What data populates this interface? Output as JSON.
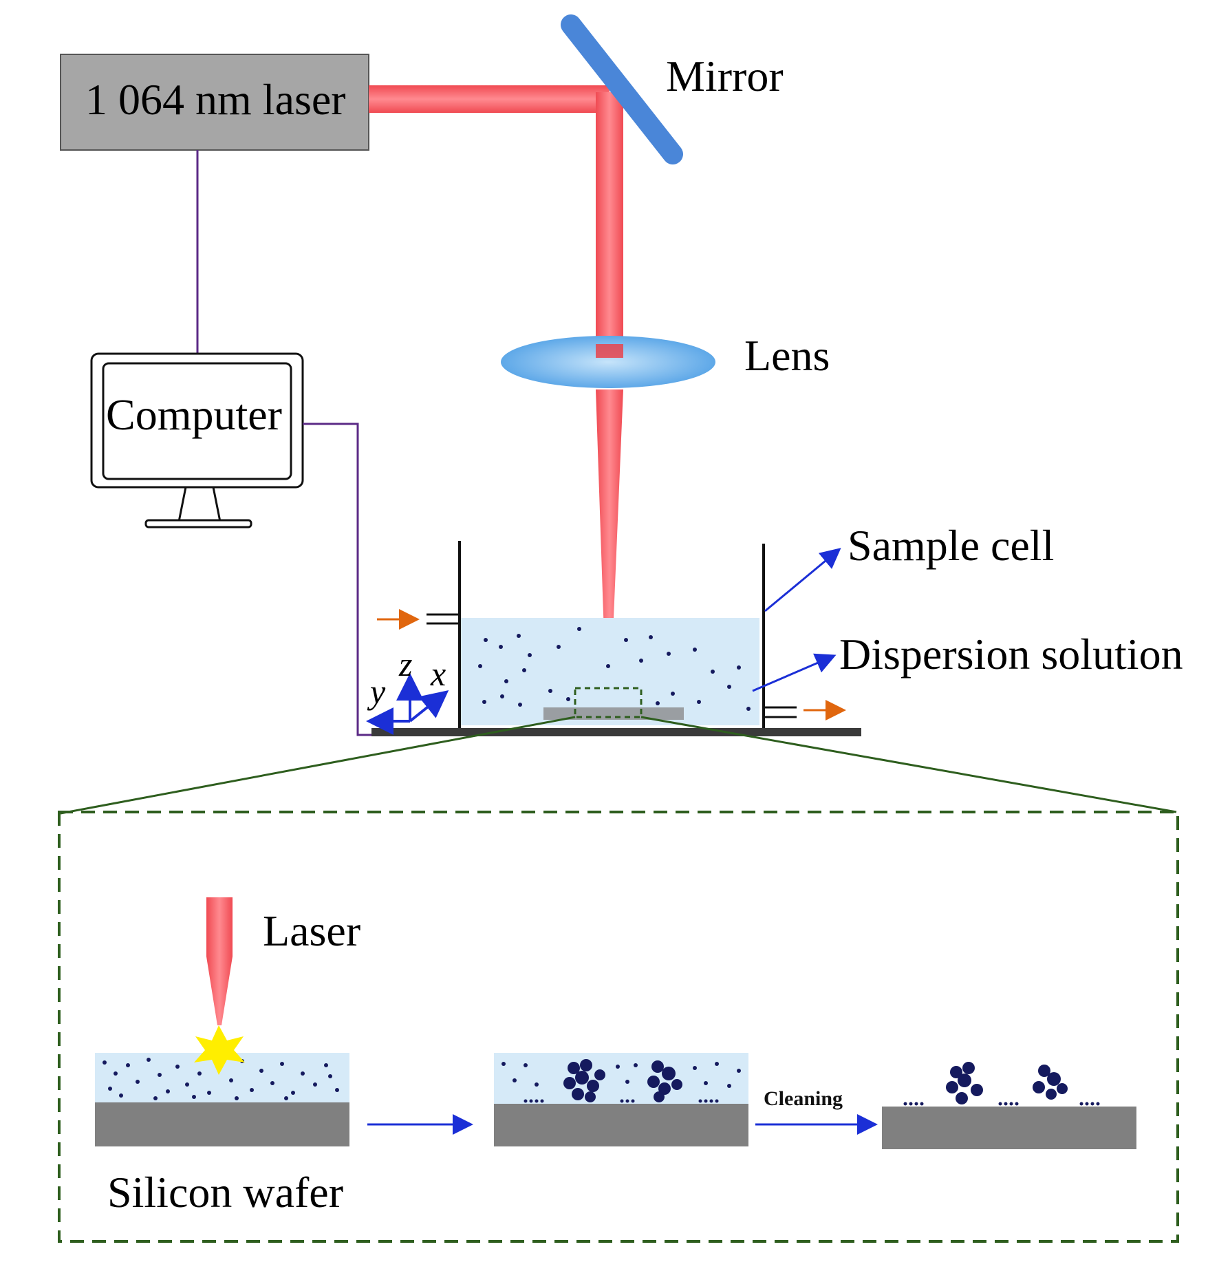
{
  "labels": {
    "laser_source": "1 064 nm laser",
    "mirror": "Mirror",
    "lens": "Lens",
    "computer": "Computer",
    "sample_cell": "Sample cell",
    "dispersion_solution": "Dispersion solution",
    "laser": "Laser",
    "silicon_wafer": "Silicon wafer",
    "cleaning": "Cleaning"
  },
  "axes": {
    "x": "x",
    "y": "y",
    "z": "z"
  },
  "colors": {
    "beam": "#f2545b",
    "mirror": "#4a86d8",
    "lens": "#8cc4f2",
    "solution": "#d6eaf8",
    "wafer": "#808080",
    "wire": "#5b2a86",
    "arrow_blue": "#1b2fd6",
    "flow_orange": "#e0660e",
    "inset_border": "#2e5e1e",
    "particle": "#151a5e",
    "spark": "#ffee00"
  },
  "icons": {
    "laser": "laser-box",
    "mirror": "mirror-plate",
    "lens": "convex-lens",
    "computer": "monitor-icon",
    "spark": "spark-icon"
  }
}
